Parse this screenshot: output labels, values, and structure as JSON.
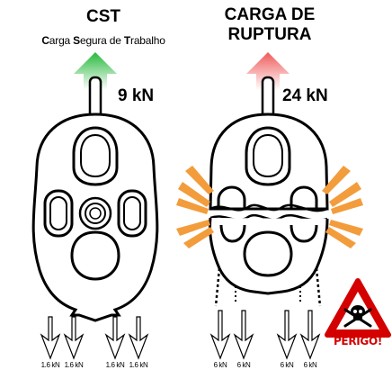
{
  "left": {
    "title": "CST",
    "subtitle_parts": [
      "C",
      "arga ",
      "S",
      "egura de ",
      "T",
      "rabalho"
    ],
    "load": "9 kN",
    "force_labels": [
      "1.6 kN",
      "1.6 kN",
      "1.6 kN",
      "1.6 kN"
    ]
  },
  "right": {
    "title_line1": "CARGA DE",
    "title_line2": "RUPTURA",
    "load": "24 kN",
    "force_labels": [
      "6 kN",
      "6 kN",
      "6 kN",
      "6 kN"
    ]
  },
  "warning": {
    "label": "PERIGO!",
    "icon": "skull-crossbones-icon"
  },
  "colors": {
    "safe_arrow": "#3cc24a",
    "break_arrow": "#f07a7a",
    "burst": "#f39c3c",
    "danger": "#d40000"
  }
}
